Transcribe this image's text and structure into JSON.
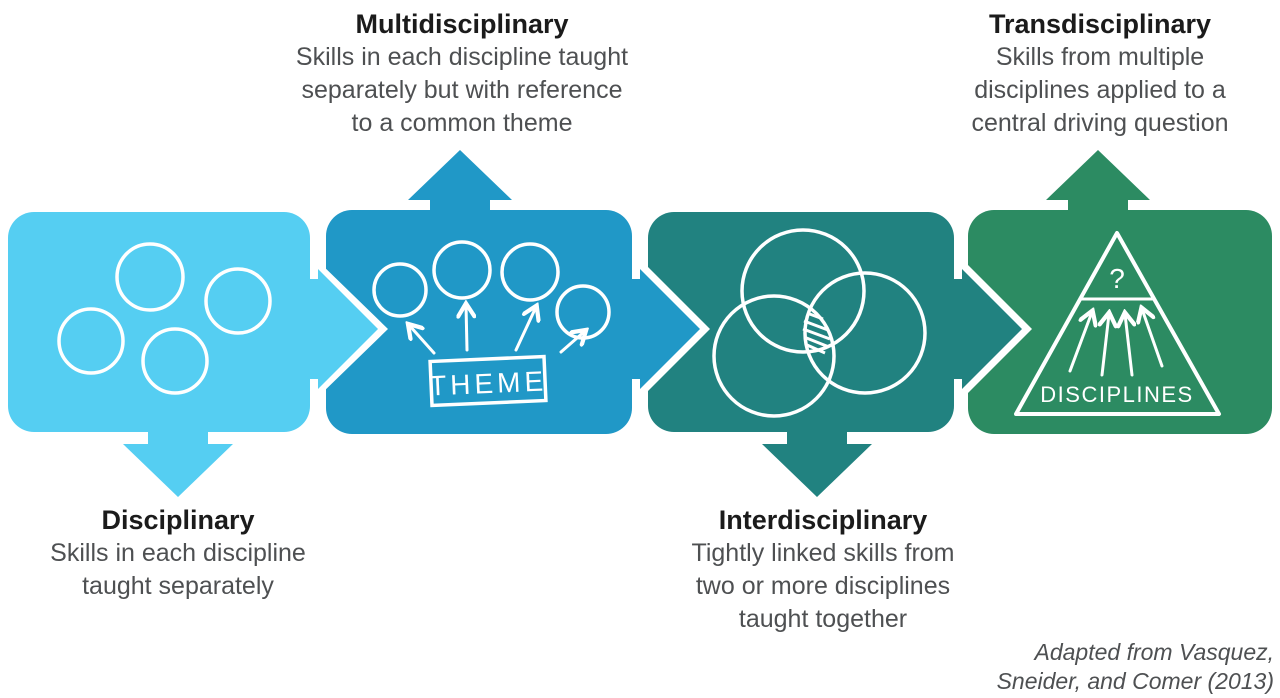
{
  "diagram": {
    "type": "process-continuum",
    "background_color": "#ffffff",
    "stages": [
      {
        "label": "Disciplinary",
        "description": "Skills in each discipline\ntaught separately",
        "color": "#55CEF2",
        "label_position": "bottom",
        "icon": "four-separate-circles",
        "pointer_direction": "down"
      },
      {
        "label": "Multidisciplinary",
        "description": "Skills in each discipline taught\nseparately but with reference\nto a common theme",
        "color": "#2098C7",
        "label_position": "top",
        "icon": "circles-linked-to-theme-box",
        "theme_box_label": "THEME",
        "pointer_direction": "up"
      },
      {
        "label": "Interdisciplinary",
        "description": "Tightly linked skills from\ntwo or more disciplines\ntaught together",
        "color": "#218280",
        "label_position": "bottom",
        "icon": "three-overlapping-circles-venn",
        "pointer_direction": "down"
      },
      {
        "label": "Transdisciplinary",
        "description": "Skills from multiple\ndisciplines applied to a\ncentral driving question",
        "color": "#2C8B62",
        "label_position": "top",
        "icon": "triangle-of-disciplines-to-question",
        "question_mark": "?",
        "triangle_label": "DISCIPLINES",
        "pointer_direction": "up"
      }
    ],
    "caption": "Adapted from Vasquez,\nSneider, and Comer (2013)",
    "text_colors": {
      "heading": "#1b1b1b",
      "body": "#4e5052",
      "caption": "#4e5052"
    }
  }
}
